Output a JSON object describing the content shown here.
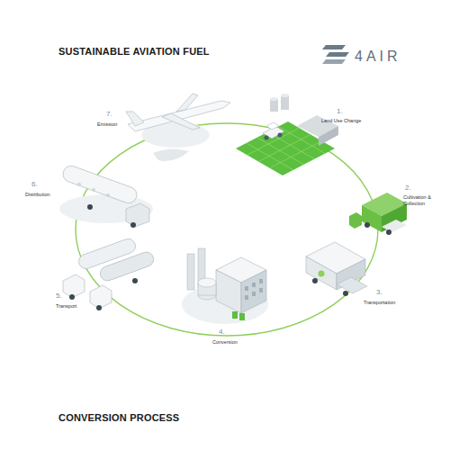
{
  "diagram": {
    "title": "SUSTAINABLE AVIATION FUEL",
    "caption": "CONVERSION PROCESS",
    "labels": [
      "4AIR",
      "1.",
      "Land Use Change",
      "2.",
      "Cultivation & Collection",
      "3.",
      "Transportation",
      "4.",
      "Conversion",
      "5.",
      "Transport",
      "6.",
      "Distribution",
      "7.",
      "Emission"
    ]
  }
}
